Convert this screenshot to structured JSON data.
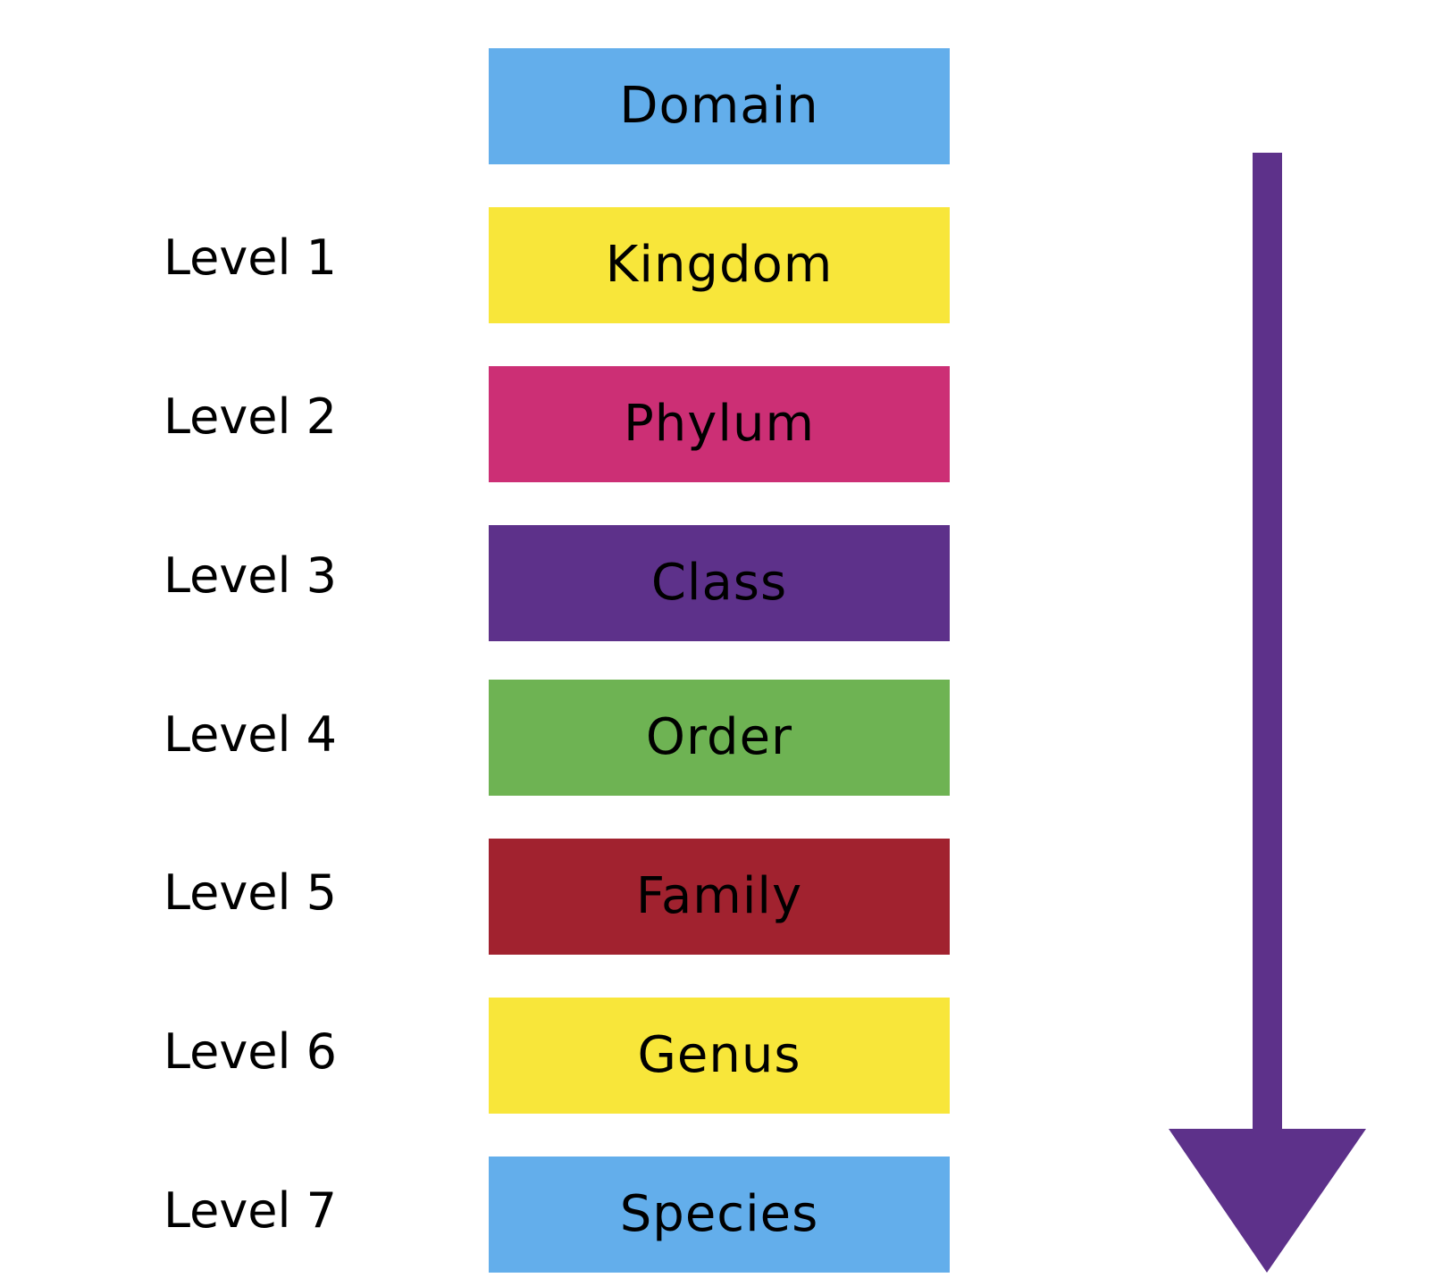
{
  "ranks": [
    {
      "label": "Domain",
      "color": "#63AEEB"
    },
    {
      "label": "Kingdom",
      "color": "#F8E63A"
    },
    {
      "label": "Phylum",
      "color": "#CC2F75"
    },
    {
      "label": "Class",
      "color": "#5D318A"
    },
    {
      "label": "Order",
      "color": "#6EB353"
    },
    {
      "label": "Family",
      "color": "#A1222F"
    },
    {
      "label": "Genus",
      "color": "#F8E63A"
    },
    {
      "label": "Species",
      "color": "#63AEEB"
    }
  ],
  "levels": [
    "Level 1",
    "Level 2",
    "Level 3",
    "Level 4",
    "Level 5",
    "Level 6",
    "Level 7"
  ],
  "arrow": {
    "color": "#5D318A",
    "direction": "down"
  }
}
